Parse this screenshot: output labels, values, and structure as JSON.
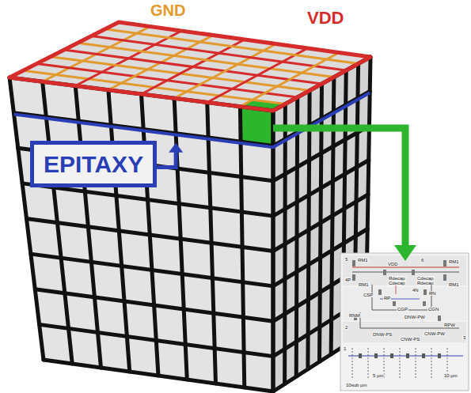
{
  "diagram": {
    "nodes": [
      {
        "text": [
          "EPITAXY"
        ]
      }
    ],
    "labels": [
      "GND",
      "VDD",
      "5",
      "RM1",
      "VDD",
      "6",
      "RM1",
      "4P",
      "RM1",
      "Rdecap",
      "Cdecap",
      "Cdecap",
      "Rdecap",
      "RM1",
      "4N",
      "RN",
      "CSP",
      "RP",
      "CGP",
      "CGN",
      "RNM",
      "DNW-PW",
      "RPW",
      "DNW-PS",
      "CNW-PW",
      "CNW-PS",
      "2",
      "3",
      "1",
      "5 µm",
      "10 µm",
      "10sub µm"
    ]
  }
}
